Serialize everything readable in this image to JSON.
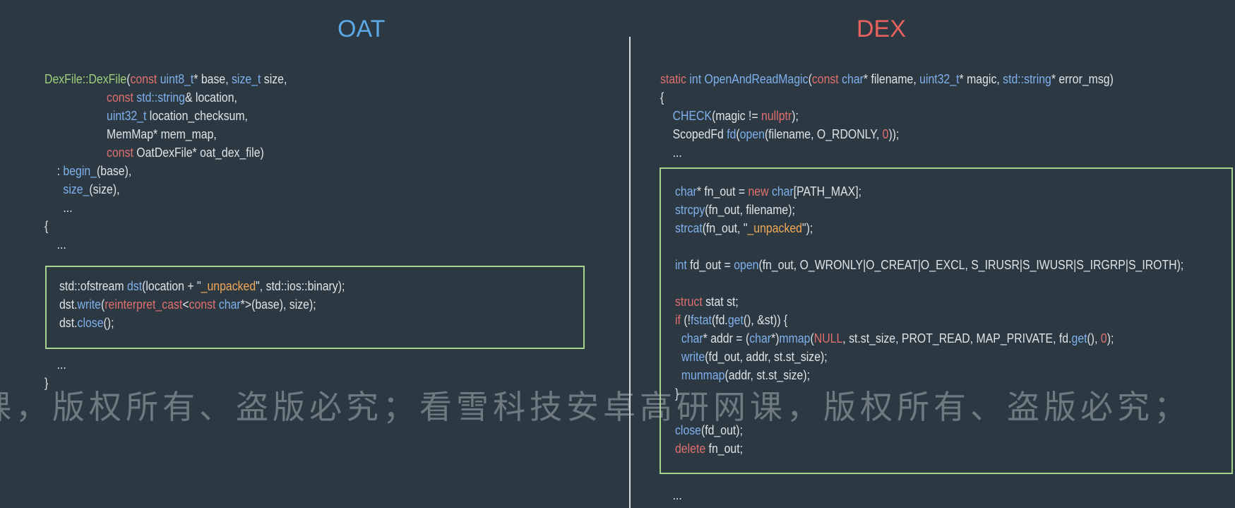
{
  "titles": {
    "left": "OAT",
    "right": "DEX"
  },
  "colors": {
    "background": "#2c3943",
    "left_title": "#5aa9e6",
    "right_title": "#e8615c",
    "box_border": "#a9d18e",
    "text": "#dfe3e6"
  },
  "watermark": "课，版权所有、盗版必究；看雪科技安卓高研网课，版权所有、盗版必究；",
  "left_code": [
    [
      [
        "cl",
        "DexFile::DexFile"
      ],
      [
        "tx",
        "("
      ],
      [
        "kw",
        "const "
      ],
      [
        "ty",
        "uint8_t"
      ],
      [
        "tx",
        "* base, "
      ],
      [
        "ty",
        "size_t"
      ],
      [
        "tx",
        " size,"
      ]
    ],
    [
      [
        "tx",
        "                    "
      ],
      [
        "kw",
        "const "
      ],
      [
        "ty",
        "std::string"
      ],
      [
        "tx",
        "& location,"
      ]
    ],
    [
      [
        "tx",
        "                    "
      ],
      [
        "ty",
        "uint32_t"
      ],
      [
        "tx",
        " location_checksum,"
      ]
    ],
    [
      [
        "tx",
        "                    MemMap* mem_map,"
      ]
    ],
    [
      [
        "tx",
        "                    "
      ],
      [
        "kw",
        "const "
      ],
      [
        "tx",
        "OatDexFile* oat_dex_file)"
      ]
    ],
    [
      [
        "tx",
        "    : "
      ],
      [
        "fn",
        "begin_"
      ],
      [
        "tx",
        "(base),"
      ]
    ],
    [
      [
        "tx",
        "      "
      ],
      [
        "fn",
        "size_"
      ],
      [
        "tx",
        "(size),"
      ]
    ],
    [
      [
        "tx",
        "      ..."
      ]
    ],
    [
      [
        "tx",
        "{"
      ]
    ],
    [
      [
        "tx",
        "    ..."
      ]
    ]
  ],
  "left_box_code": [
    [
      [
        "tx",
        "std::ofstream "
      ],
      [
        "fn",
        "dst"
      ],
      [
        "tx",
        "(location + \""
      ],
      [
        "st",
        "_unpacked"
      ],
      [
        "tx",
        "\", std::ios::binary);"
      ]
    ],
    [
      [
        "tx",
        "dst."
      ],
      [
        "fn",
        "write"
      ],
      [
        "tx",
        "("
      ],
      [
        "kw",
        "reinterpret_cast"
      ],
      [
        "tx",
        "<"
      ],
      [
        "kw",
        "const "
      ],
      [
        "ty",
        "char"
      ],
      [
        "tx",
        "*>(base), size);"
      ]
    ],
    [
      [
        "tx",
        "dst."
      ],
      [
        "fn",
        "close"
      ],
      [
        "tx",
        "();"
      ]
    ]
  ],
  "left_tail_code": [
    [
      [
        "tx",
        "    ..."
      ]
    ],
    [
      [
        "tx",
        "}"
      ]
    ]
  ],
  "right_code": [
    [
      [
        "kw",
        "static "
      ],
      [
        "ty",
        "int "
      ],
      [
        "fn",
        "OpenAndReadMagic"
      ],
      [
        "tx",
        "("
      ],
      [
        "kw",
        "const "
      ],
      [
        "ty",
        "char"
      ],
      [
        "tx",
        "* filename, "
      ],
      [
        "ty",
        "uint32_t"
      ],
      [
        "tx",
        "* magic, "
      ],
      [
        "ty",
        "std::string"
      ],
      [
        "tx",
        "* error_msg)"
      ]
    ],
    [
      [
        "tx",
        "{"
      ]
    ],
    [
      [
        "tx",
        "    "
      ],
      [
        "fn",
        "CHECK"
      ],
      [
        "tx",
        "(magic != "
      ],
      [
        "kw",
        "nullptr"
      ],
      [
        "tx",
        ");"
      ]
    ],
    [
      [
        "tx",
        "    ScopedFd "
      ],
      [
        "fn",
        "fd"
      ],
      [
        "tx",
        "("
      ],
      [
        "fn",
        "open"
      ],
      [
        "tx",
        "(filename, O_RDONLY, "
      ],
      [
        "nu",
        "0"
      ],
      [
        "tx",
        "));"
      ]
    ],
    [
      [
        "tx",
        "    ..."
      ]
    ]
  ],
  "right_box_code": [
    [
      [
        "ty",
        "char"
      ],
      [
        "tx",
        "* fn_out = "
      ],
      [
        "kw",
        "new "
      ],
      [
        "ty",
        "char"
      ],
      [
        "tx",
        "[PATH_MAX];"
      ]
    ],
    [
      [
        "fn",
        "strcpy"
      ],
      [
        "tx",
        "(fn_out, filename);"
      ]
    ],
    [
      [
        "fn",
        "strcat"
      ],
      [
        "tx",
        "(fn_out, \""
      ],
      [
        "st",
        "_unpacked"
      ],
      [
        "tx",
        "\");"
      ]
    ],
    [
      [
        "tx",
        ""
      ]
    ],
    [
      [
        "ty",
        "int"
      ],
      [
        "tx",
        " fd_out = "
      ],
      [
        "fn",
        "open"
      ],
      [
        "tx",
        "(fn_out, O_WRONLY|O_CREAT|O_EXCL, S_IRUSR|S_IWUSR|S_IRGRP|S_IROTH);"
      ]
    ],
    [
      [
        "tx",
        ""
      ]
    ],
    [
      [
        "kw",
        "struct "
      ],
      [
        "tx",
        "stat st;"
      ]
    ],
    [
      [
        "kw",
        "if "
      ],
      [
        "tx",
        "(!"
      ],
      [
        "fn",
        "fstat"
      ],
      [
        "tx",
        "(fd."
      ],
      [
        "fn",
        "get"
      ],
      [
        "tx",
        "(), &st)) {"
      ]
    ],
    [
      [
        "tx",
        "  "
      ],
      [
        "ty",
        "char"
      ],
      [
        "tx",
        "* addr = ("
      ],
      [
        "ty",
        "char"
      ],
      [
        "tx",
        "*)"
      ],
      [
        "fn",
        "mmap"
      ],
      [
        "tx",
        "("
      ],
      [
        "kw",
        "NULL"
      ],
      [
        "tx",
        ", st.st_size, PROT_READ, MAP_PRIVATE, fd."
      ],
      [
        "fn",
        "get"
      ],
      [
        "tx",
        "(), "
      ],
      [
        "nu",
        "0"
      ],
      [
        "tx",
        ");"
      ]
    ],
    [
      [
        "tx",
        "  "
      ],
      [
        "fn",
        "write"
      ],
      [
        "tx",
        "(fd_out, addr, st.st_size);"
      ]
    ],
    [
      [
        "tx",
        "  "
      ],
      [
        "fn",
        "munmap"
      ],
      [
        "tx",
        "(addr, st.st_size);"
      ]
    ],
    [
      [
        "tx",
        "}"
      ]
    ],
    [
      [
        "tx",
        ""
      ]
    ],
    [
      [
        "fn",
        "close"
      ],
      [
        "tx",
        "(fd_out);"
      ]
    ],
    [
      [
        "kw",
        "delete "
      ],
      [
        "tx",
        "fn_out;"
      ]
    ]
  ],
  "right_tail_code": [
    [
      [
        "tx",
        "    ..."
      ]
    ]
  ]
}
